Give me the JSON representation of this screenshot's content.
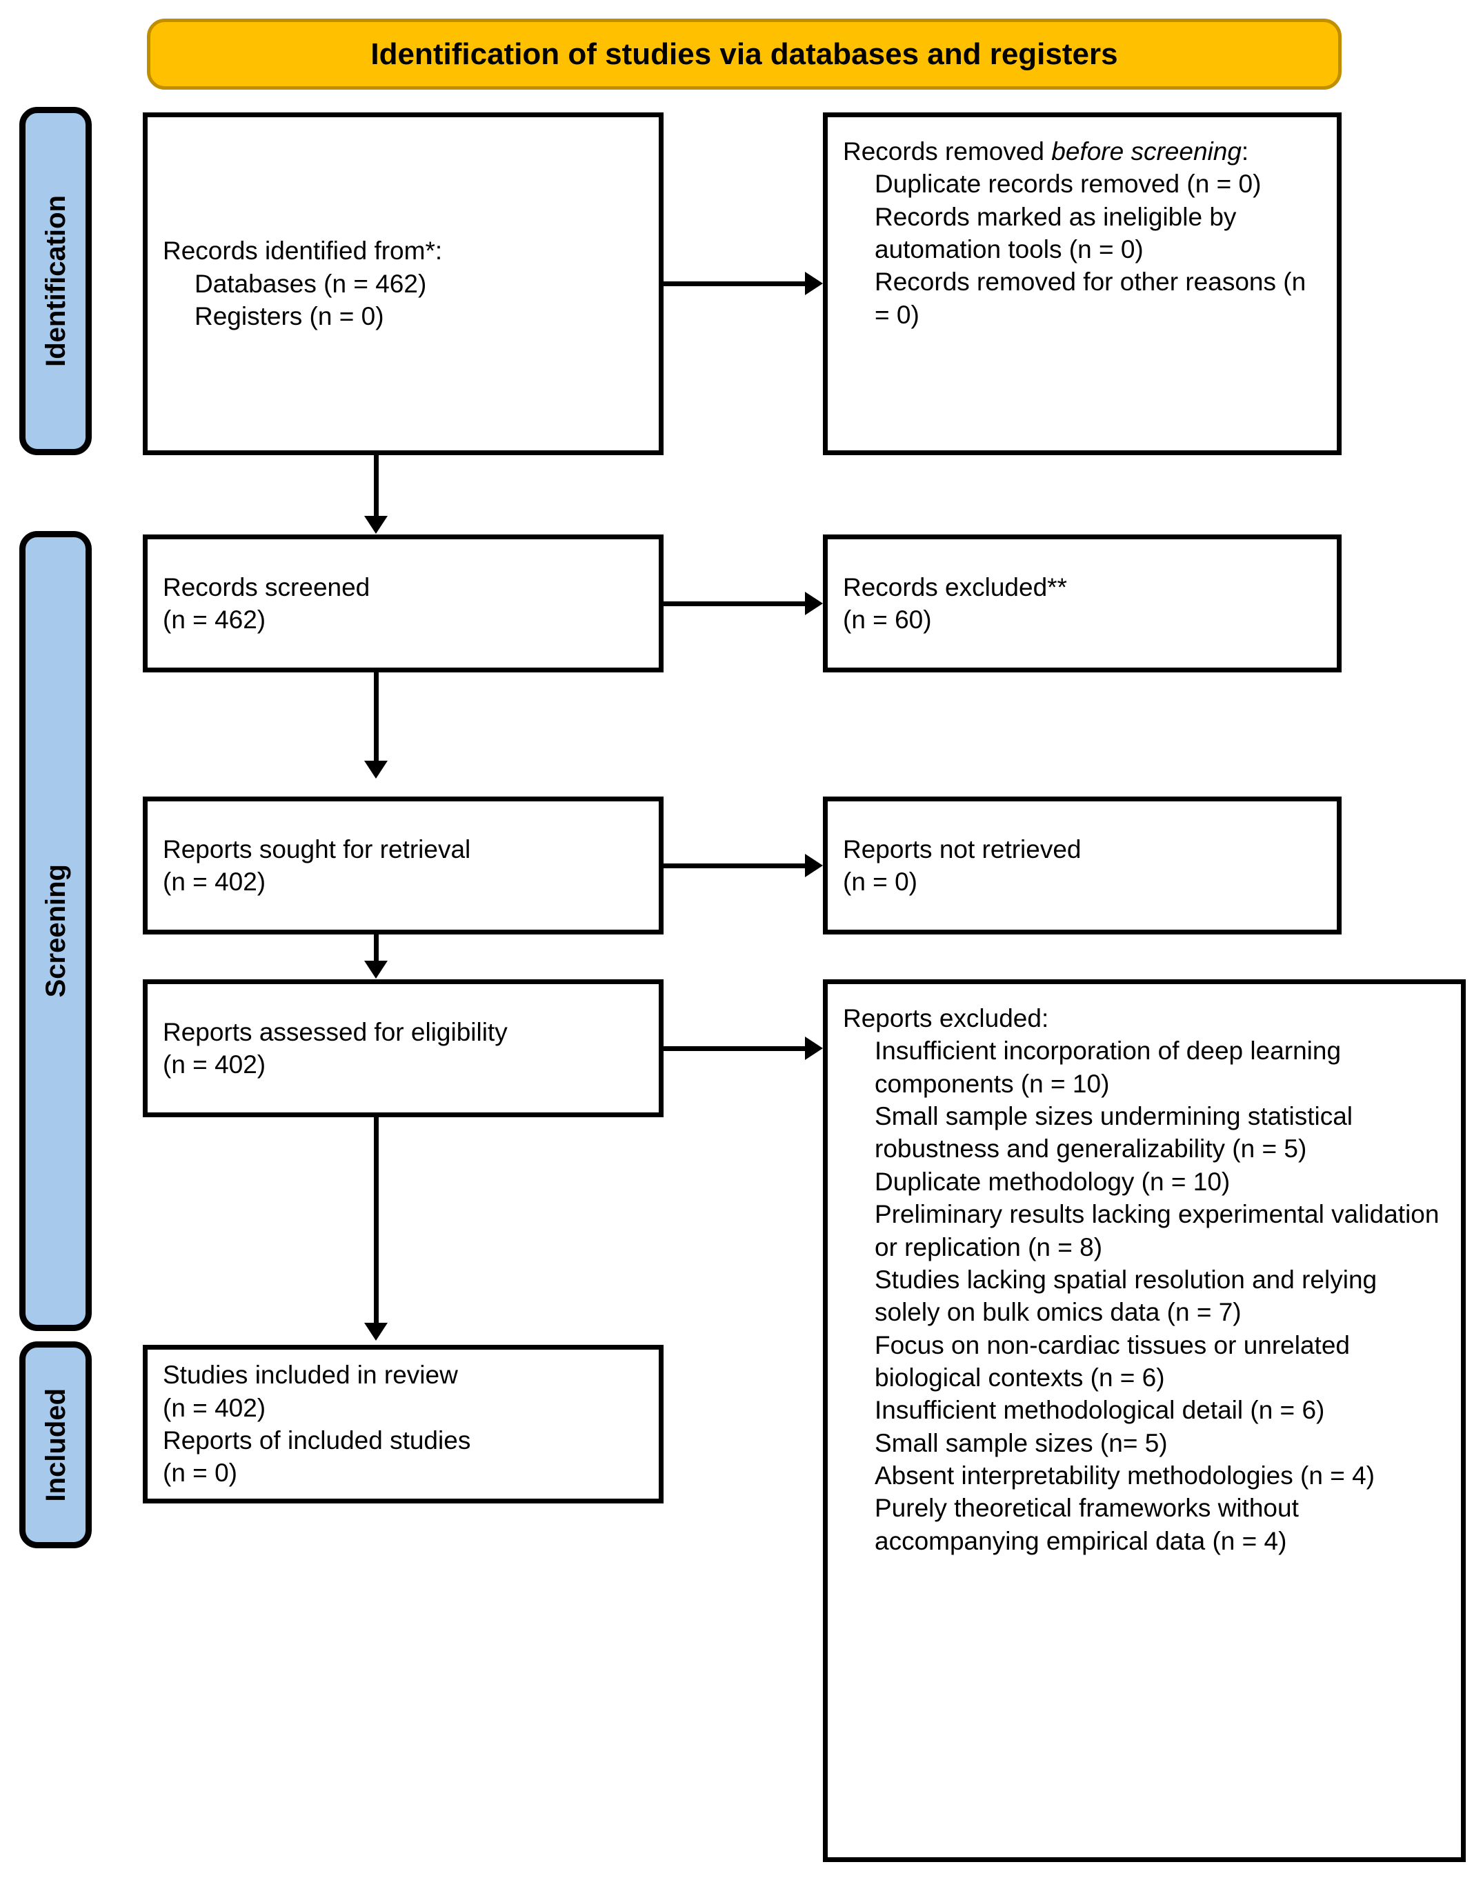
{
  "banner": {
    "title": "Identification of studies via databases and registers",
    "fill_color": "#FFC000",
    "border_color": "#BF8F00"
  },
  "stages": {
    "fill_color": "#A6C9EC",
    "identification": "Identification",
    "screening": "Screening",
    "included": "Included"
  },
  "boxes": {
    "identified": {
      "heading": "Records identified from*:",
      "lines": [
        "Databases (n = 462)",
        "Registers (n = 0)"
      ]
    },
    "removed_before": {
      "heading_plain": "Records removed ",
      "heading_italic": "before screening",
      "heading_tail": ":",
      "lines": [
        "Duplicate records removed (n = 0)",
        "Records marked as ineligible by automation tools (n = 0)",
        "Records removed for other reasons (n = 0)"
      ]
    },
    "screened": {
      "heading": "Records screened",
      "count": "(n = 462)"
    },
    "records_excluded": {
      "heading": "Records excluded**",
      "count": "(n = 60)"
    },
    "sought": {
      "heading": "Reports sought for retrieval",
      "count": "(n = 402)"
    },
    "not_retrieved": {
      "heading": "Reports not retrieved",
      "count": "(n = 0)"
    },
    "assessed": {
      "heading": "Reports assessed for eligibility",
      "count": "(n = 402)"
    },
    "reports_excluded": {
      "heading": "Reports excluded:",
      "lines": [
        "Insufficient incorporation of deep learning components (n = 10)",
        "Small sample sizes undermining statistical robustness and generalizability (n = 5)",
        "Duplicate methodology (n = 10)",
        "Preliminary results lacking experimental validation or replication (n = 8)",
        "Studies lacking spatial resolution and relying solely on bulk omics data (n = 7)",
        "Focus on non-cardiac tissues or unrelated biological contexts (n = 6)",
        "Insufficient methodological detail (n = 6)",
        "Small sample sizes (n= 5)",
        "Absent interpretability methodologies (n = 4)",
        "Purely theoretical frameworks without accompanying empirical data (n = 4)"
      ]
    },
    "included": {
      "lines": [
        "Studies included in review",
        "(n = 402)",
        "Reports of included studies",
        "(n = 0)"
      ]
    }
  }
}
